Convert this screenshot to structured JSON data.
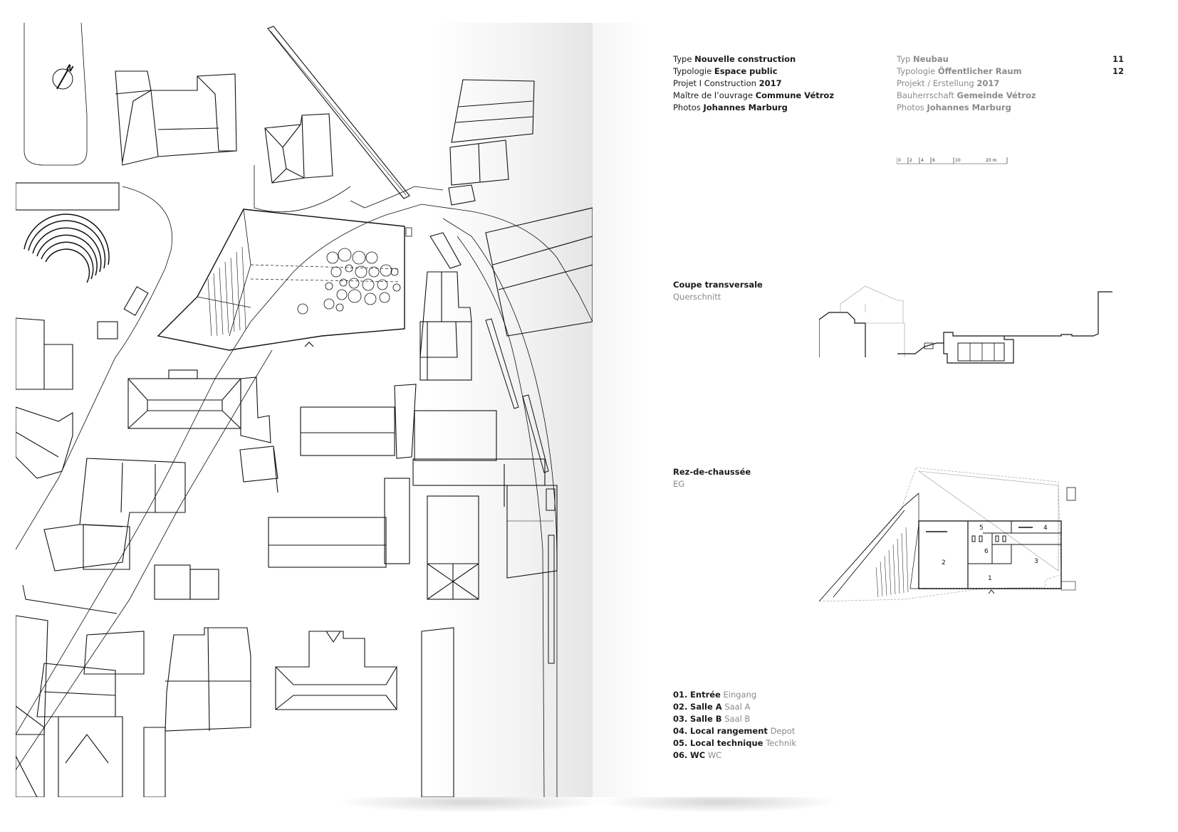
{
  "info_fr": [
    {
      "label": "Type",
      "value": "Nouvelle construction"
    },
    {
      "label": "Typologie",
      "value": "Espace public"
    },
    {
      "label": "Projet I Construction",
      "value": "2017"
    },
    {
      "label": "Maître de l’ouvrage",
      "value": "Commune Vétroz"
    },
    {
      "label": "Photos",
      "value": "Johannes Marburg"
    }
  ],
  "info_de": [
    {
      "label": "Typ",
      "value": "Neubau"
    },
    {
      "label": "Typologie",
      "value": "Öffentlicher Raum"
    },
    {
      "label": "Projekt / Erstellung",
      "value": "2017"
    },
    {
      "label": "Bauherrschaft",
      "value": "Gemeinde Vétroz"
    },
    {
      "label": "Photos",
      "value": "Johannes Marburg"
    }
  ],
  "page_numbers": [
    "11",
    "12"
  ],
  "scale_bar": {
    "ticks": [
      "0",
      "2",
      "4",
      "6",
      "10",
      "20 m"
    ]
  },
  "section": {
    "title_fr": "Coupe transversale",
    "title_de": "Querschnitt"
  },
  "ground_floor": {
    "title_fr": "Rez-de-chaussée",
    "title_de": "EG",
    "room_numbers": [
      "1",
      "2",
      "3",
      "4",
      "5",
      "6"
    ]
  },
  "site_plan": {
    "north_label": "N"
  },
  "legend": [
    {
      "num": "01.",
      "fr": "Entrée",
      "de": "Eingang"
    },
    {
      "num": "02.",
      "fr": "Salle A",
      "de": "Saal A"
    },
    {
      "num": "03.",
      "fr": "Salle B",
      "de": "Saal B"
    },
    {
      "num": "04.",
      "fr": "Local rangement",
      "de": "Depot"
    },
    {
      "num": "05.",
      "fr": "Local technique",
      "de": "Technik"
    },
    {
      "num": "06.",
      "fr": "WC",
      "de": "WC"
    }
  ]
}
